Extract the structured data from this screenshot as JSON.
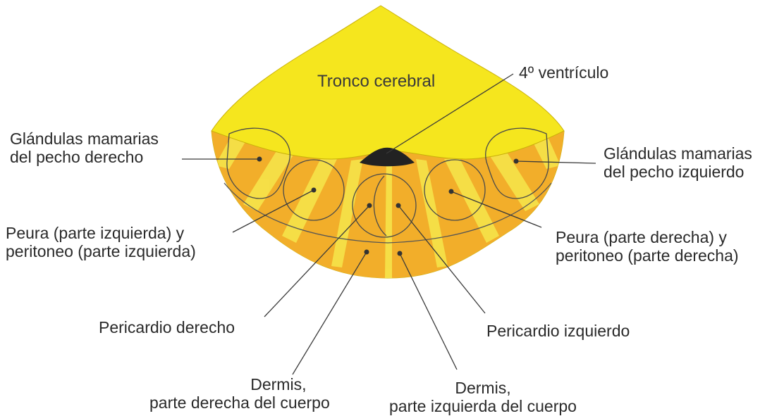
{
  "colors": {
    "outer_yellow": "#f5e61e",
    "band_orange": "#f2ae2a",
    "stripe_yellow": "#f6e44a",
    "ventricle": "#222222",
    "line": "#3a3a3a"
  },
  "labels": {
    "tronco": "Tronco cerebral",
    "ventriculo": "4º ventrículo",
    "glandulas_derecho": [
      "Glándulas mamarias",
      "del pecho derecho"
    ],
    "glandulas_izquierdo": [
      "Glándulas mamarias",
      "del pecho izquierdo"
    ],
    "pleura_izquierda": [
      "Peura (parte izquierda) y",
      "peritoneo (parte izquierda)"
    ],
    "pleura_derecha": [
      "Peura (parte derecha) y",
      "peritoneo (parte derecha)"
    ],
    "pericardio_derecho": "Pericardio derecho",
    "pericardio_izquierdo": "Pericardio izquierdo",
    "dermis_derecha": [
      "Dermis,",
      "parte derecha del cuerpo"
    ],
    "dermis_izquierda": [
      "Dermis,",
      "parte izquierda del cuerpo"
    ]
  }
}
